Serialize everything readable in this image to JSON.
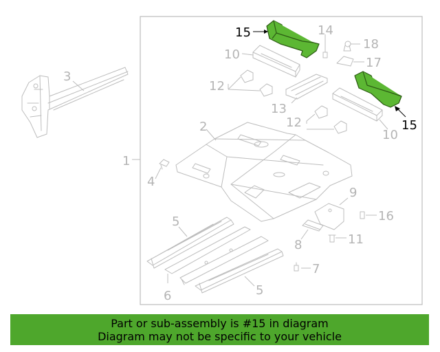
{
  "labels": {
    "l1": "1",
    "l2": "2",
    "l3": "3",
    "l4": "4",
    "l5a": "5",
    "l5b": "5",
    "l6": "6",
    "l7": "7",
    "l8": "8",
    "l9": "9",
    "l10a": "10",
    "l10b": "10",
    "l11": "11",
    "l12a": "12",
    "l12b": "12",
    "l13": "13",
    "l14": "14",
    "l15a": "15",
    "l15b": "15",
    "l16": "16",
    "l17": "17",
    "l18": "18"
  },
  "highlighted_part": "15",
  "colors": {
    "highlight": "#5cb733",
    "banner": "#4ea72c",
    "line_art": "#bcbcbc"
  },
  "banner": {
    "line1": "Part or sub-assembly is #15 in diagram",
    "line2": "Diagram may not be specific to your vehicle"
  }
}
